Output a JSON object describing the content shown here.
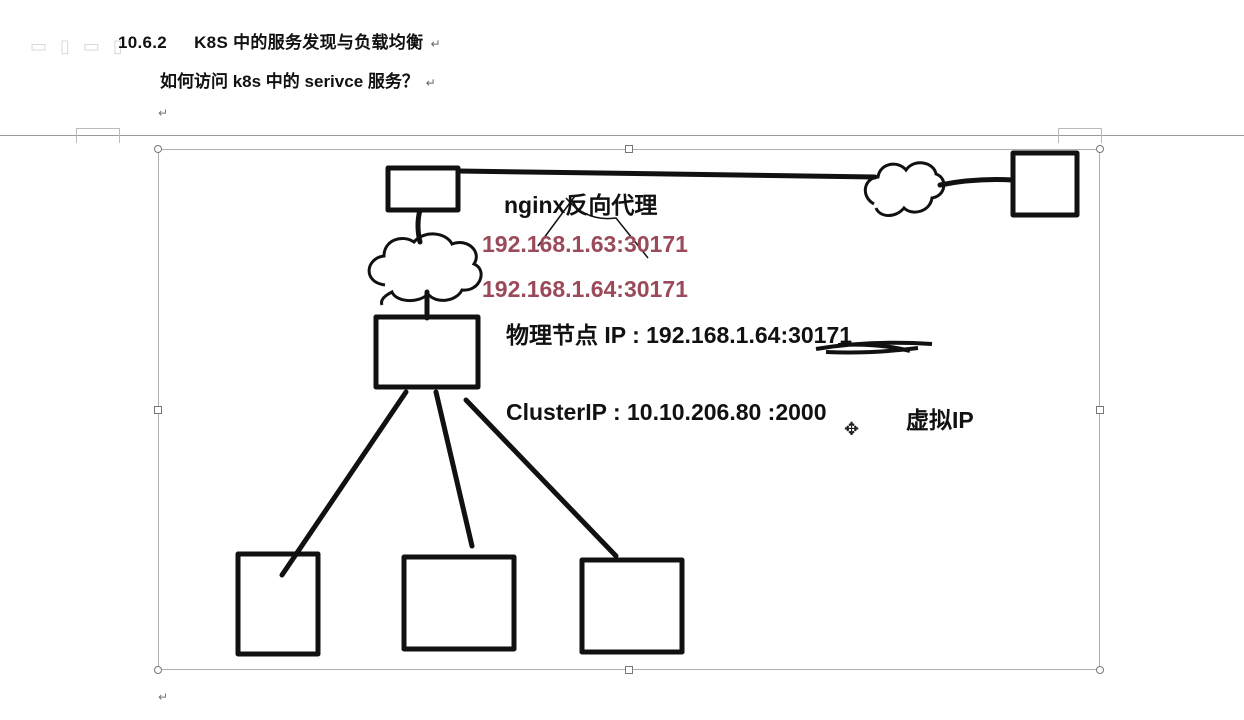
{
  "document": {
    "heading_number": "10.6.2",
    "heading_title": "K8S 中的服务发现与负载均衡",
    "subheading": "如何访问 k8s 中的 serivce 服务？",
    "paragraph_mark": "↵"
  },
  "diagram": {
    "nginx_label": "nginx反向代理",
    "ip_1": "192.168.1.63:30171",
    "ip_2": "192.168.1.64:30171",
    "node_ip": "物理节点 IP : 192.168.1.64:30171",
    "cluster_ip": "ClusterIP : 10.10.206.80 :2000",
    "virtual_ip": "虚拟IP",
    "colors": {
      "ink": "#111111",
      "ip_red": "#9b4a5a"
    }
  },
  "icons": {
    "cursor": "move-cursor-icon",
    "paragraph": "paragraph-mark-icon"
  }
}
